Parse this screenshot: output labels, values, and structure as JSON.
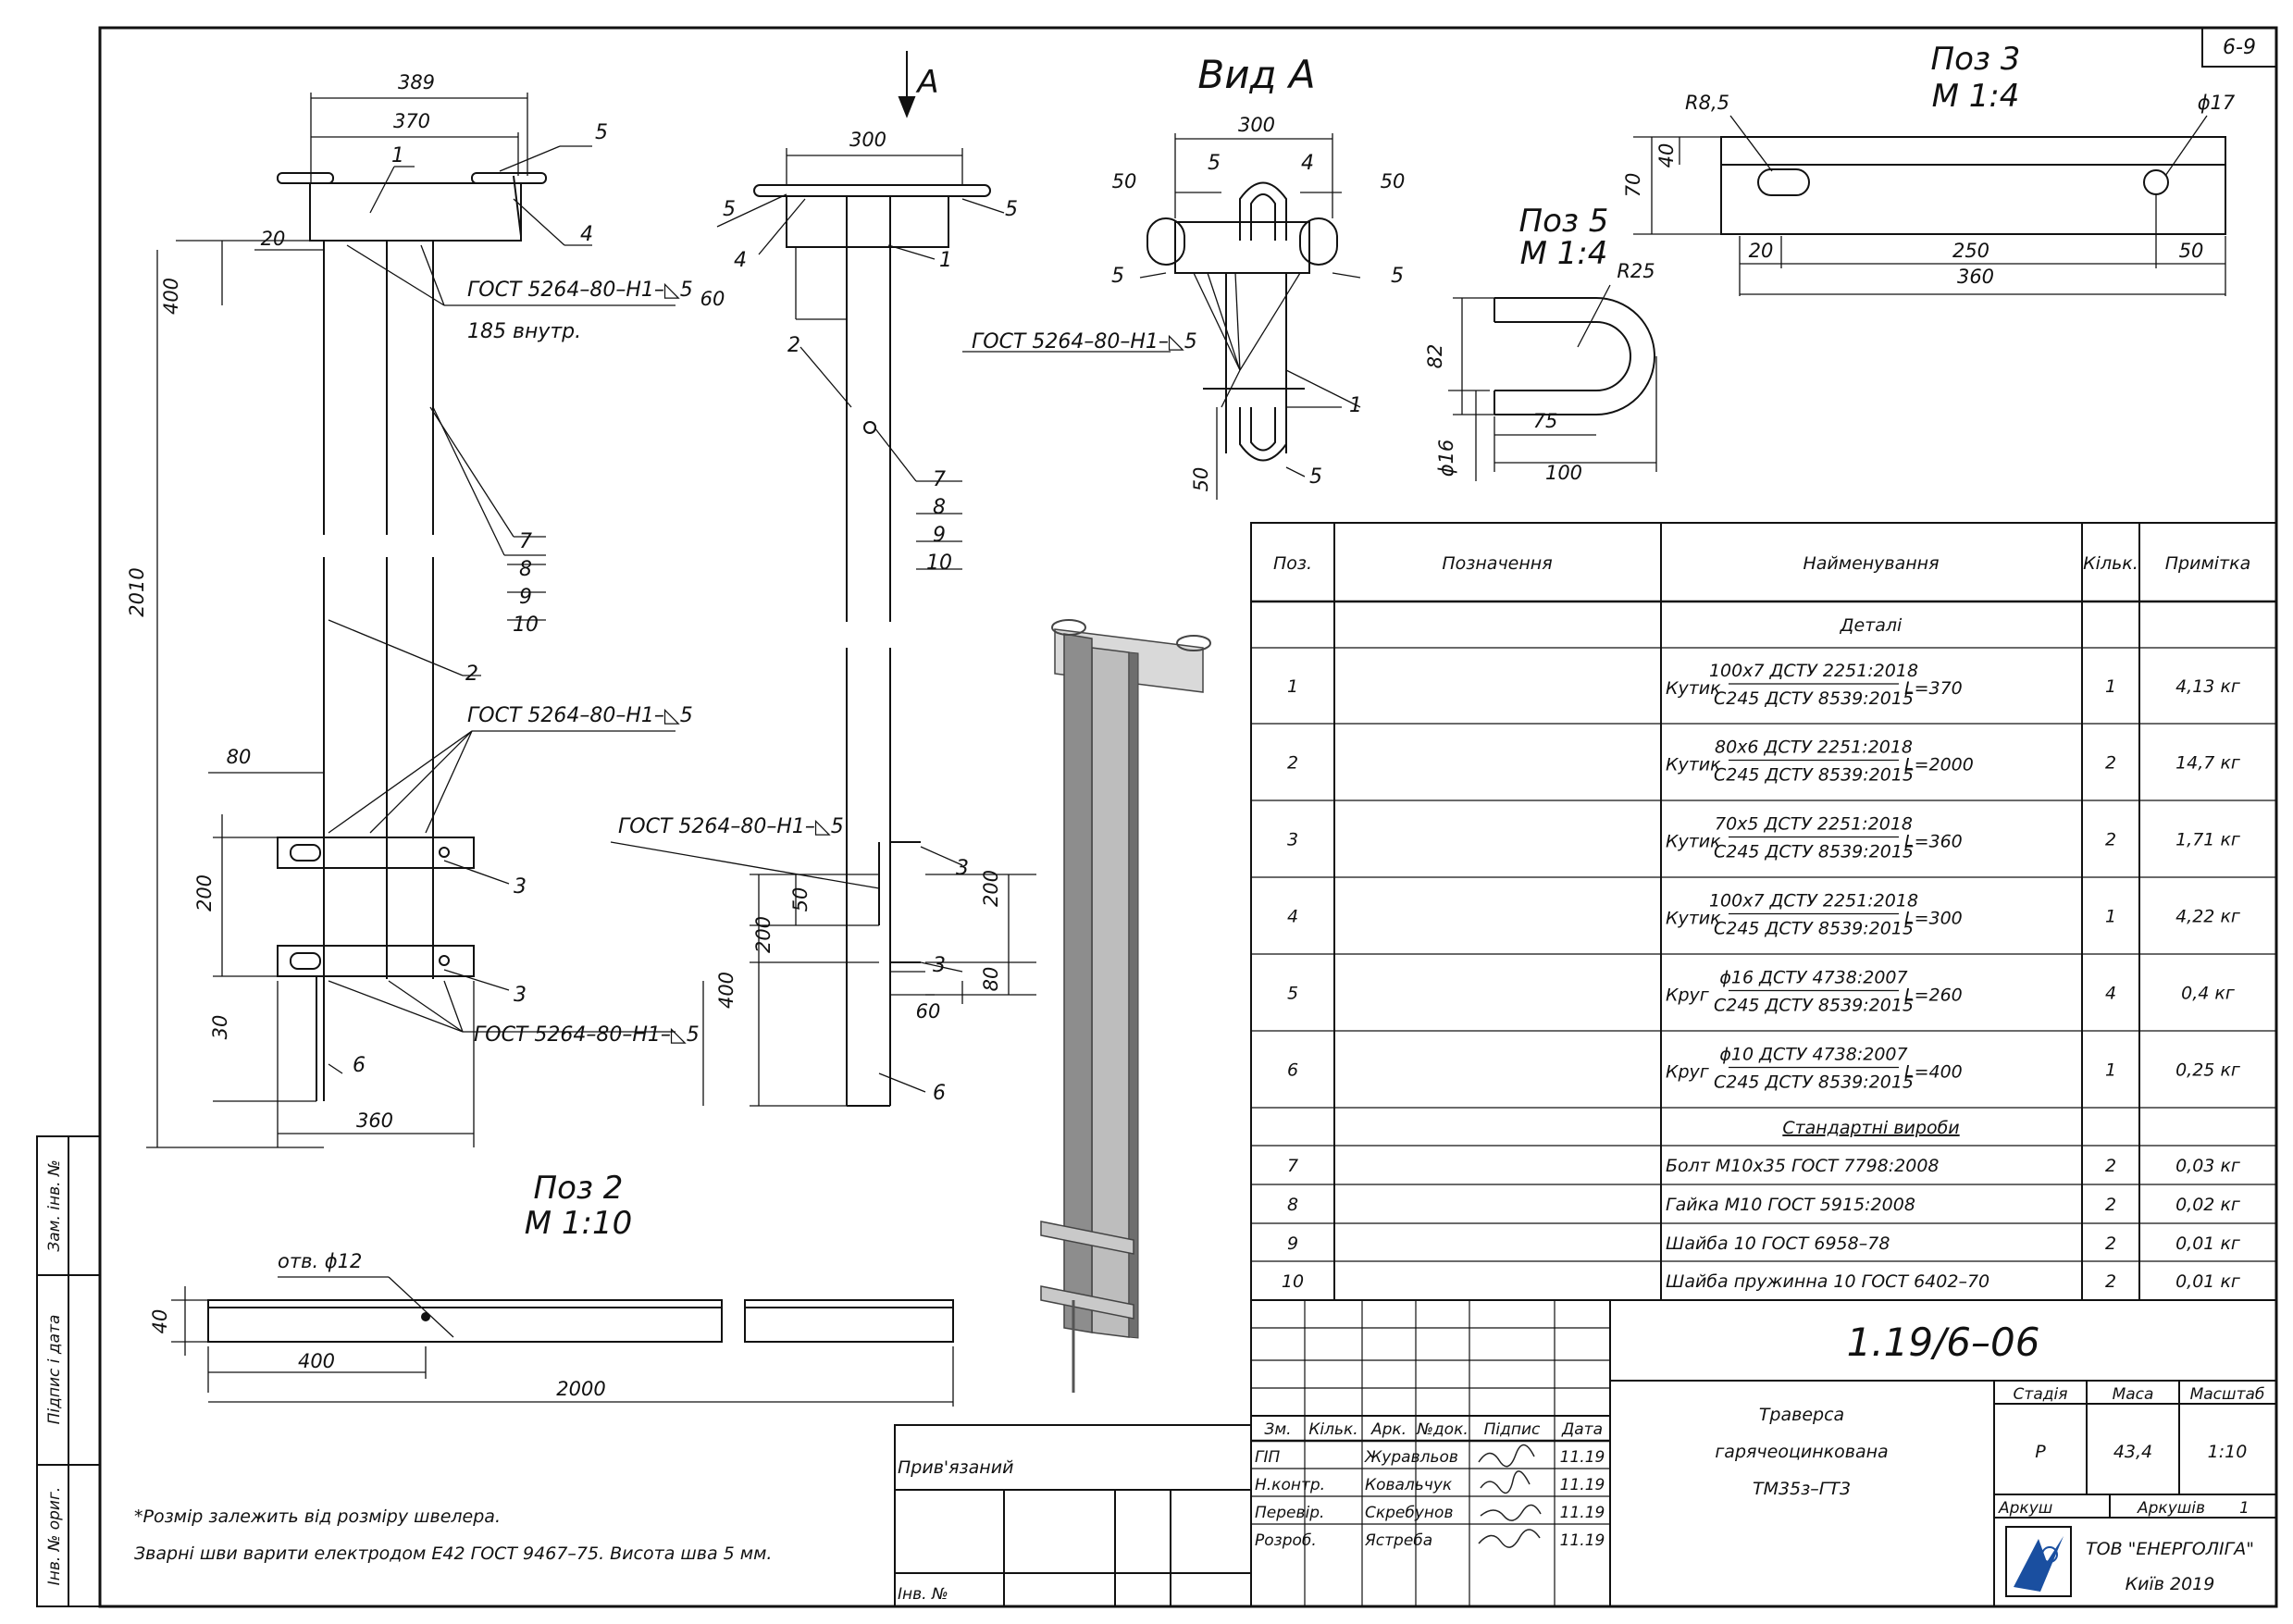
{
  "sheet_code": "6-9",
  "view_a_arrow": "A",
  "view_a_title": "Вид А",
  "left_view": {
    "dim_389": "389",
    "dim_370": "370",
    "dim_20": "20",
    "dim_400": "400",
    "dim_2010": "2010",
    "dim_80": "80",
    "dim_200": "200",
    "dim_30": "30",
    "dim_360": "360",
    "pos_1": "1",
    "pos_2": "2",
    "pos_3a": "3",
    "pos_3b": "3",
    "pos_4": "4",
    "pos_5": "5",
    "pos_6": "6",
    "bolt_7": "7",
    "bolt_8": "8",
    "bolt_9": "9",
    "bolt_10": "10",
    "weld_1": "ГОСТ 5264–80–Н1–◺5",
    "weld_1_note": "185 внутр.",
    "weld_2": "ГОСТ 5264–80–Н1–◺5",
    "weld_3": "ГОСТ 5264–80–Н1–◺5"
  },
  "mid_view": {
    "dim_300": "300",
    "dim_60": "60",
    "dim_50": "50",
    "dim_200a": "200",
    "dim_200b": "200",
    "dim_400": "400",
    "dim_80": "80",
    "dim_60b": "60",
    "pos_5a": "5",
    "pos_5b": "5",
    "pos_4": "4",
    "pos_1": "1",
    "pos_2": "2",
    "pos_3a": "3",
    "pos_3b": "3",
    "pos_6": "6",
    "bolt_7": "7",
    "bolt_8": "8",
    "bolt_9": "9",
    "bolt_10": "10",
    "weld": "ГОСТ 5264–80–Н1–◺5"
  },
  "view_a": {
    "dim_300": "300",
    "dim_50a": "50",
    "dim_50b": "50",
    "dim_50c": "50",
    "pos_5a": "5",
    "pos_4": "4",
    "pos_5b": "5",
    "pos_5c": "5",
    "pos_1": "1",
    "pos_5d": "5",
    "weld": "ГОСТ 5264–80–Н1–◺5"
  },
  "pos5_detail": {
    "title": "Поз 5",
    "scale": "М 1:4",
    "r25": "R25",
    "d82": "82",
    "d16": "ϕ16",
    "d75": "75",
    "d100": "100"
  },
  "pos3_detail": {
    "title": "Поз 3",
    "scale": "М 1:4",
    "r85": "R8,5",
    "d17": "ϕ17",
    "d70": "70",
    "d40": "40",
    "d20": "20",
    "d250": "250",
    "d50": "50",
    "d360": "360"
  },
  "pos2_detail": {
    "title": "Поз 2",
    "scale": "М 1:10",
    "hole": "отв. ϕ12",
    "d40": "40",
    "d400": "400",
    "d2000": "2000"
  },
  "notes": {
    "line1": "*Розмір залежить від розміру швелера.",
    "line2": "Зварні шви варити електродом Е42 ГОСТ 9467–75. Висота шва 5 мм."
  },
  "side_stamp": {
    "zam_inv": "Зам. інв. №",
    "sign_date": "Підпис і дата",
    "inv_orig": "Інв. № ориг."
  },
  "bom": {
    "headers": [
      "Поз.",
      "Позначення",
      "Найменування",
      "Кільк.",
      "Примітка"
    ],
    "section_details": "Деталі",
    "section_standard": "Стандартні вироби",
    "rows": [
      {
        "pos": "1",
        "kind": "Кутик",
        "top": "100х7 ДСТУ 2251:2018",
        "bottom": "С245 ДСТУ 8539:2015",
        "len": "L=370",
        "qty": "1",
        "note": "4,13 кг"
      },
      {
        "pos": "2",
        "kind": "Кутик",
        "top": "80х6 ДСТУ 2251:2018",
        "bottom": "С245 ДСТУ 8539:2015",
        "len": "L=2000",
        "qty": "2",
        "note": "14,7 кг"
      },
      {
        "pos": "3",
        "kind": "Кутик",
        "top": "70х5 ДСТУ 2251:2018",
        "bottom": "С245 ДСТУ 8539:2015",
        "len": "L=360",
        "qty": "2",
        "note": "1,71 кг"
      },
      {
        "pos": "4",
        "kind": "Кутик",
        "top": "100х7 ДСТУ 2251:2018",
        "bottom": "С245 ДСТУ 8539:2015",
        "len": "L=300",
        "qty": "1",
        "note": "4,22 кг"
      },
      {
        "pos": "5",
        "kind": "Круг",
        "top": "ϕ16 ДСТУ 4738:2007",
        "bottom": "С245 ДСТУ 8539:2015",
        "len": "L=260",
        "qty": "4",
        "note": "0,4 кг"
      },
      {
        "pos": "6",
        "kind": "Круг",
        "top": "ϕ10 ДСТУ 4738:2007",
        "bottom": "С245 ДСТУ 8539:2015",
        "len": "L=400",
        "qty": "1",
        "note": "0,25 кг"
      }
    ],
    "std_rows": [
      {
        "pos": "7",
        "name": "Болт М10х35 ГОСТ 7798:2008",
        "qty": "2",
        "note": "0,03 кг"
      },
      {
        "pos": "8",
        "name": "Гайка М10 ГОСТ 5915:2008",
        "qty": "2",
        "note": "0,02 кг"
      },
      {
        "pos": "9",
        "name": "Шайба 10 ГОСТ 6958–78",
        "qty": "2",
        "note": "0,01 кг"
      },
      {
        "pos": "10",
        "name": "Шайба пружинна 10 ГОСТ 6402–70",
        "qty": "2",
        "note": "0,01 кг"
      }
    ]
  },
  "title_block": {
    "doc_number": "1.19/6–06",
    "headers": [
      "Зм.",
      "Кільк.",
      "Арк.",
      "№док.",
      "Підпис",
      "Дата"
    ],
    "staff": [
      {
        "role": "ГІП",
        "name": "Журавльов",
        "date": "11.19"
      },
      {
        "role": "Н.контр.",
        "name": "Ковальчук",
        "date": "11.19"
      },
      {
        "role": "Перевір.",
        "name": "Скребунов",
        "date": "11.19"
      },
      {
        "role": "Розроб.",
        "name": "Ястреба",
        "date": "11.19"
      }
    ],
    "name_line1": "Траверса",
    "name_line2": "гарячеоцинкована",
    "name_line3": "ТМ35з–ГТ3",
    "stage_label": "Стадія",
    "stage": "Р",
    "mass_label": "Маса",
    "mass": "43,4",
    "scale_label": "Масштаб",
    "scale": "1:10",
    "sheet_label": "Аркуш",
    "sheets_label": "Аркушів",
    "sheets": "1",
    "company": "ТОВ \"ЕНЕРГОЛІГА\"",
    "city_year": "Київ 2019",
    "attached": "Прив'язаний",
    "inv_no": "Інв. №"
  }
}
